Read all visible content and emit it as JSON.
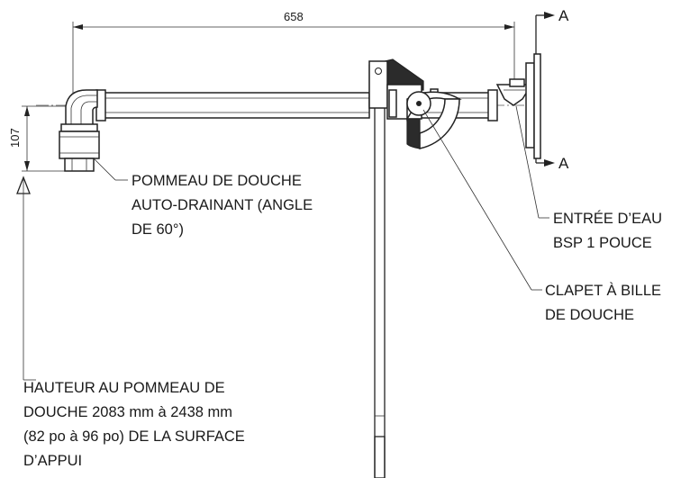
{
  "dimensions": {
    "horizontal": "658",
    "vertical": "107"
  },
  "section_marks": {
    "top": "A",
    "bottom": "A"
  },
  "callouts": {
    "showerhead": {
      "line1": "POMMEAU DE DOUCHE",
      "line2": "AUTO-DRAINANT (ANGLE",
      "line3": "DE 60°)"
    },
    "water_inlet": {
      "line1": "ENTRÉE D’EAU",
      "line2": "BSP 1 POUCE"
    },
    "ball_valve": {
      "line1": "CLAPET À BILLE",
      "line2": "DE DOUCHE"
    },
    "height": {
      "line1": "HAUTEUR AU POMMEAU DE",
      "line2": "DOUCHE 2083 mm à 2438 mm",
      "line3": "(82 po à 96 po) DE LA SURFACE",
      "line4": "D’APPUI"
    }
  }
}
